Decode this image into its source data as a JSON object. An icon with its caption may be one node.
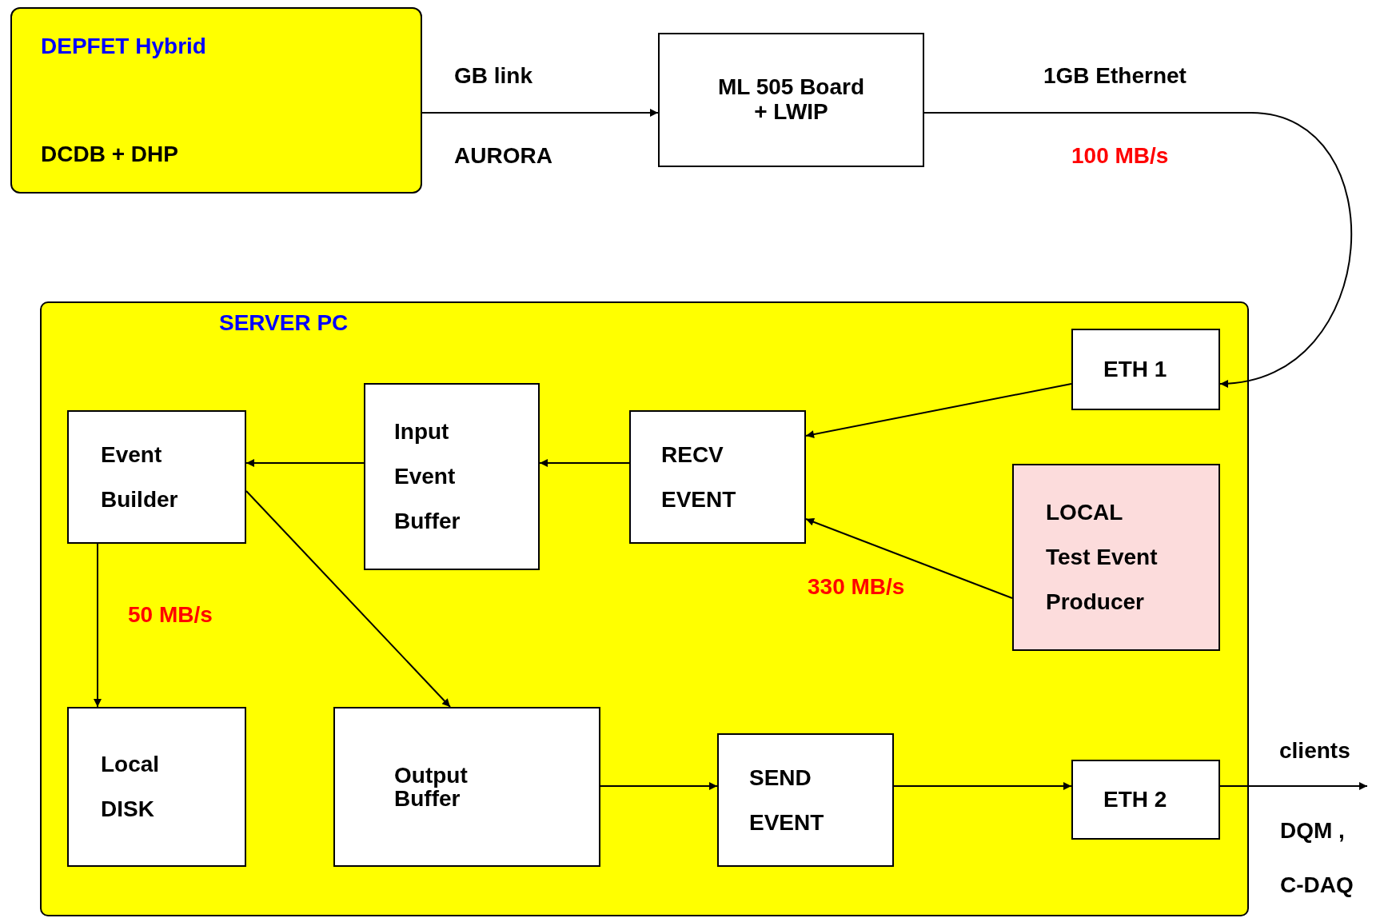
{
  "diagram": {
    "nodes": [
      {
        "text": [
          "DEPFET Hybrid",
          "DCDB + DHP"
        ]
      },
      {
        "text": [
          "ML 505 Board + LWIP"
        ]
      },
      {
        "text": [
          "SERVER PC"
        ]
      },
      {
        "text": [
          "ETH 1"
        ],
        "in": 2
      },
      {
        "text": [
          "RECV EVENT"
        ],
        "in": 2
      },
      {
        "text": [
          "Input Event Buffer"
        ],
        "in": 2
      },
      {
        "text": [
          "Event Builder"
        ],
        "in": 2
      },
      {
        "text": [
          "LOCAL Test Event Producer"
        ],
        "in": 2
      },
      {
        "text": [
          "Local DISK"
        ],
        "in": 2
      },
      {
        "text": [
          "Output Buffer"
        ],
        "in": 2
      },
      {
        "text": [
          "SEND EVENT"
        ],
        "in": 2
      },
      {
        "text": [
          "ETH 2"
        ],
        "in": 2
      }
    ],
    "edges": [
      {
        "from": 0,
        "to": 1,
        "arrow": "to",
        "label": "GB link"
      },
      {
        "from": 1,
        "to": 3,
        "arrow": "to",
        "label": "1GB Ethernet"
      },
      {
        "from": 3,
        "to": 4,
        "arrow": "to"
      },
      {
        "from": 4,
        "to": 5,
        "arrow": "to"
      },
      {
        "from": 5,
        "to": 6,
        "arrow": "to"
      },
      {
        "from": 7,
        "to": 4,
        "arrow": "to",
        "label": "330 MB/s"
      },
      {
        "from": 6,
        "to": 8,
        "arrow": "to",
        "label": "50 MB/s"
      },
      {
        "from": 6,
        "to": 9,
        "arrow": "to"
      },
      {
        "from": 9,
        "to": 10,
        "arrow": "to"
      },
      {
        "from": 10,
        "to": 11,
        "arrow": "to"
      },
      {
        "from": 11,
        "to": null,
        "arrow": "to",
        "label": "clients"
      }
    ],
    "labels": [
      "AURORA",
      "100 MB/s",
      "DQM ,",
      "C-DAQ"
    ]
  }
}
